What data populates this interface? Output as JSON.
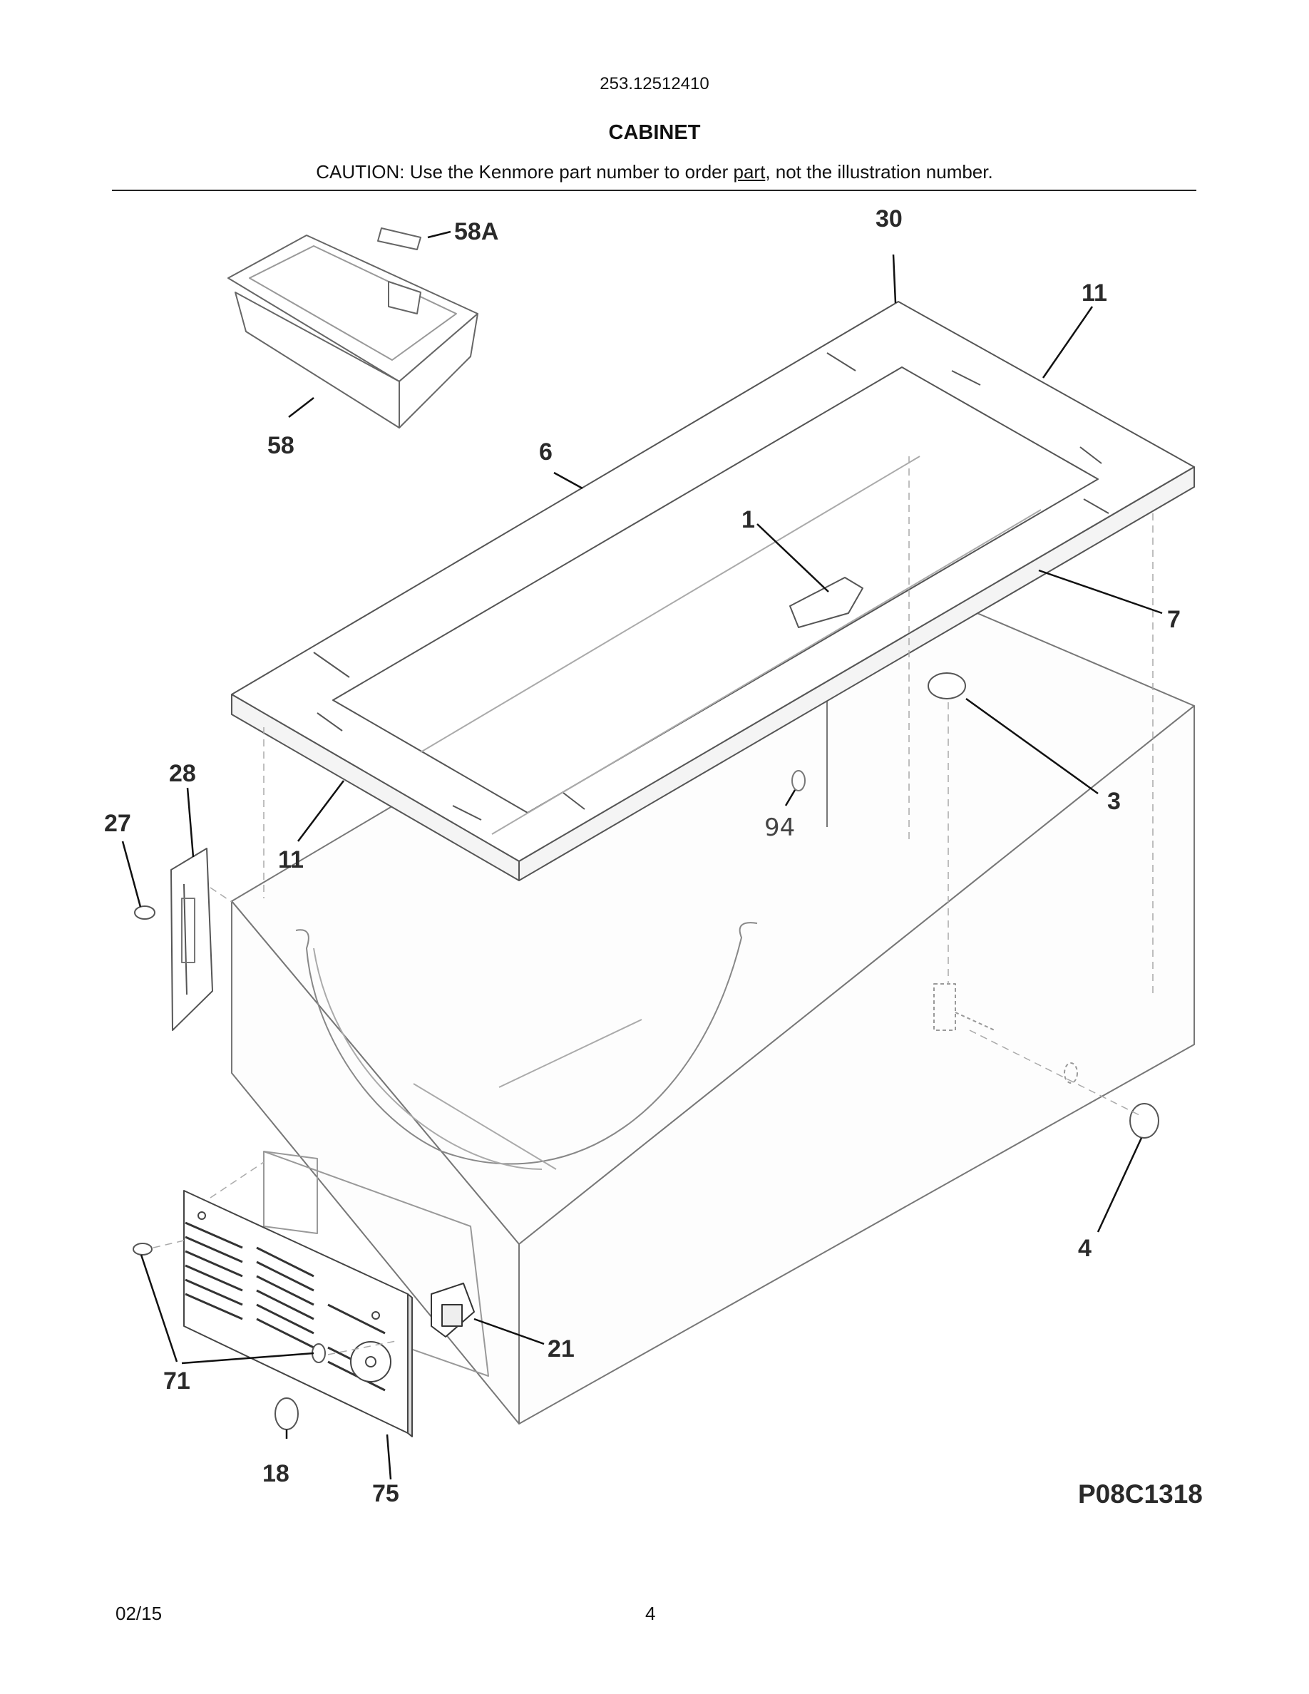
{
  "header": {
    "model_number": "253.12512410",
    "section_title": "CABINET",
    "caution_before": "CAUTION: Use the Kenmore part number to order ",
    "caution_underlined": "part",
    "caution_after": ", not the illustration number."
  },
  "diagram": {
    "callouts": {
      "c58A": "58A",
      "c30": "30",
      "c11_top": "11",
      "c58": "58",
      "c6": "6",
      "c1": "1",
      "c7": "7",
      "c3": "3",
      "c28": "28",
      "c27": "27",
      "c11_left": "11",
      "c94": "94",
      "c4": "4",
      "c21": "21",
      "c71": "71",
      "c18": "18",
      "c75": "75"
    },
    "drawing_code": "P08C1318"
  },
  "footer": {
    "date": "02/15",
    "page_number": "4"
  }
}
